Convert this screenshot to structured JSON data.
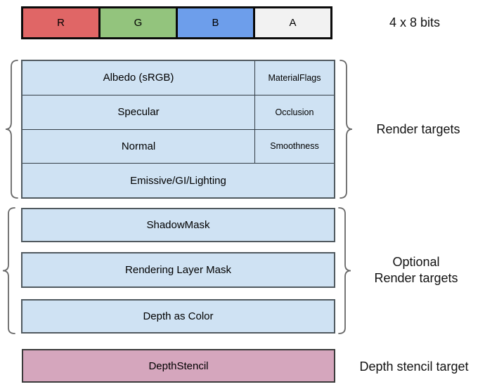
{
  "format_bar": {
    "caption": "4 x 8 bits",
    "channels": [
      {
        "label": "R",
        "color": "#E06666"
      },
      {
        "label": "G",
        "color": "#93C47D"
      },
      {
        "label": "B",
        "color": "#6D9EEB"
      },
      {
        "label": "A",
        "color": "#F2F2F2"
      }
    ]
  },
  "render_targets": {
    "caption": "Render targets",
    "fill_color": "#CFE2F3",
    "rows": [
      {
        "rgb": "Albedo (sRGB)",
        "alpha": "MaterialFlags"
      },
      {
        "rgb": "Specular",
        "alpha": "Occlusion"
      },
      {
        "rgb": "Normal",
        "alpha": "Smoothness"
      },
      {
        "rgb": "Emissive/GI/Lighting"
      }
    ]
  },
  "optional_render_targets": {
    "caption_line1": "Optional",
    "caption_line2": "Render targets",
    "fill_color": "#CFE2F3",
    "rows": [
      {
        "label": "ShadowMask"
      },
      {
        "label": "Rendering Layer Mask"
      },
      {
        "label": "Depth as Color"
      }
    ]
  },
  "depth_stencil": {
    "label": "DepthStencil",
    "caption": "Depth stencil target",
    "fill_color": "#D5A6BD"
  }
}
